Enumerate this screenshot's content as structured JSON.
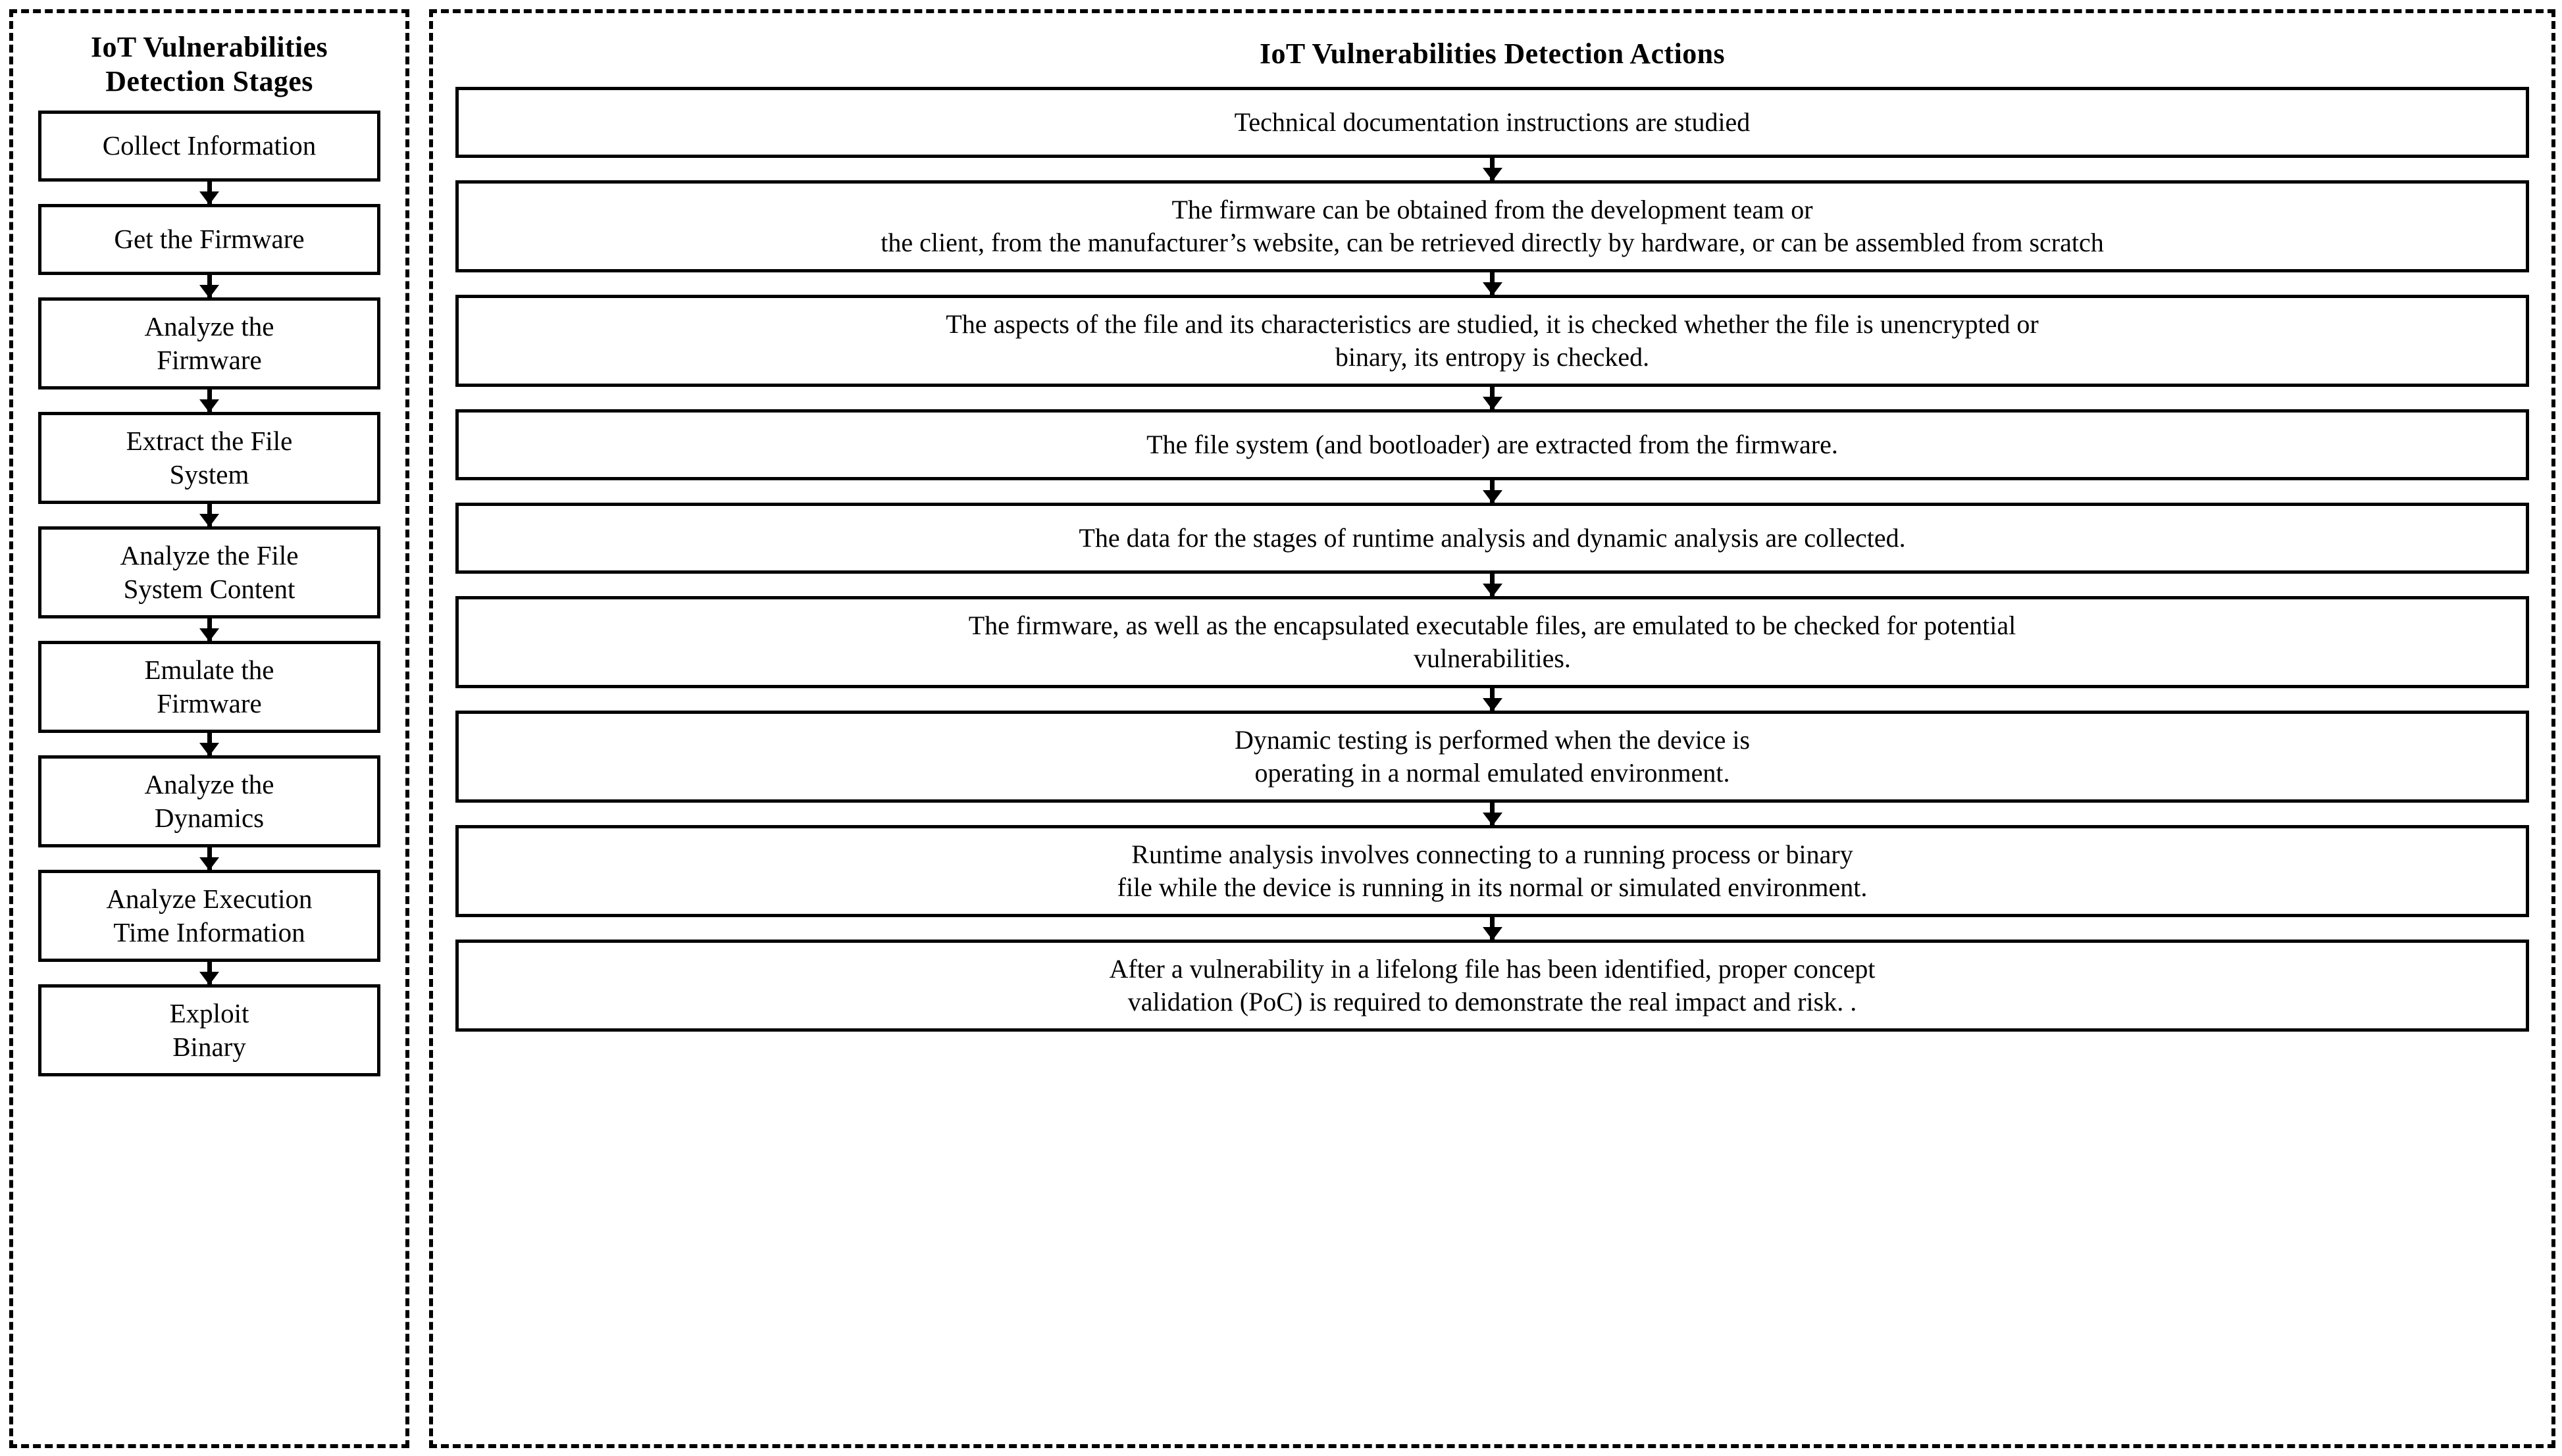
{
  "figure": {
    "type": "two-column process flow diagram",
    "left_panel": {
      "title": "IoT Vulnerabilities\nDetection Stages",
      "stages": [
        {
          "id": "collect-information",
          "label": "Collect Information",
          "lines": 1
        },
        {
          "id": "get-the-firmware",
          "label": "Get the Firmware",
          "lines": 1
        },
        {
          "id": "analyze-the-firmware",
          "label": "Analyze  the\nFirmware",
          "lines": 2
        },
        {
          "id": "extract-the-file-system",
          "label": "Extract the File\nSystem",
          "lines": 2
        },
        {
          "id": "analyze-file-system-content",
          "label": "Analyze  the File\nSystem Content",
          "lines": 2
        },
        {
          "id": "emulate-the-firmware",
          "label": "Emulate the\nFirmware",
          "lines": 2
        },
        {
          "id": "analyze-the-dynamics",
          "label": "Analyze  the\nDynamics",
          "lines": 2
        },
        {
          "id": "analyze-execution-time",
          "label": "Analyze Execution\nTime Information",
          "lines": 2
        },
        {
          "id": "exploit-binary",
          "label": "Exploit\nBinary",
          "lines": 2
        }
      ]
    },
    "right_panel": {
      "title": "IoT Vulnerabilities  Detection Actions",
      "actions": [
        {
          "id": "action-technical-documentation",
          "label": "Technical documentation instructions are studied",
          "lines": 1
        },
        {
          "id": "action-obtain-firmware",
          "label": "The firmware  can be obtained from the development team or\nthe client, from the manufacturer’s website, can be retrieved directly by hardware, or can be assembled from scratch",
          "lines": 2
        },
        {
          "id": "action-analyze-firmware",
          "label": "The aspects  of the file and its characteristics  are studied, it is checked whether the file is unencrypted  or\nbinary, its entropy is checked.",
          "lines": 2
        },
        {
          "id": "action-extract-filesystem",
          "label": "The file system  (and bootloader) are extracted  from the firmware.",
          "lines": 1
        },
        {
          "id": "action-collect-data",
          "label": "The data for the stages of runtime analysis and dynamic analysis are collected.",
          "lines": 1
        },
        {
          "id": "action-emulate-firmware",
          "label": "The firmware, as well as the encapsulated executable files, are emulated to be checked for potential\nvulnerabilities.",
          "lines": 2
        },
        {
          "id": "action-dynamic-testing",
          "label": "Dynamic  testing is performed when the device is\noperating in a normal emulated environment.",
          "lines": 2
        },
        {
          "id": "action-runtime-analysis",
          "label": "Runtime analysis involves connecting to a running process or binary\nfile while the device is running in its normal or simulated environment.",
          "lines": 2
        },
        {
          "id": "action-poc-validation",
          "label": "After a vulnerability  in a lifelong file has been identified, proper concept\nvalidation (PoC) is required to demonstrate  the real impact and risk. .",
          "lines": 2
        }
      ]
    },
    "style": {
      "panel_border": "#000000",
      "node_border": "#000000",
      "background": "#ffffff",
      "text_color": "#000000",
      "arrow_color": "#000000"
    }
  }
}
